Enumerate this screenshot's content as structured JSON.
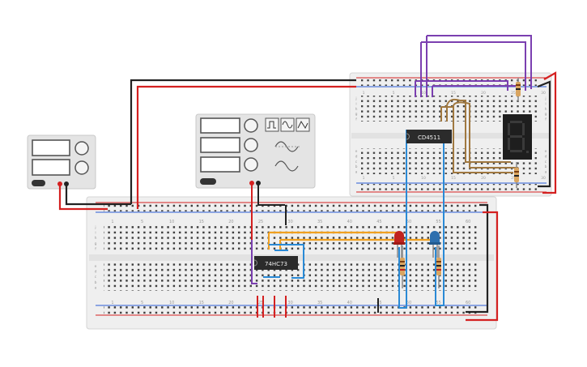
{
  "board_top": {
    "row_letters": [
      "j",
      "i",
      "h",
      "g",
      "f",
      "e",
      "d",
      "c",
      "b",
      "a"
    ],
    "col_numbers": [
      "1",
      "5",
      "10",
      "15",
      "20",
      "25",
      "30",
      "35",
      "40",
      "45",
      "50",
      "55",
      "60"
    ]
  },
  "board_small": {
    "row_letters": [
      "j",
      "i",
      "h",
      "g",
      "f",
      "e",
      "d",
      "c",
      "b",
      "a"
    ],
    "col_numbers": [
      "1",
      "5",
      "10",
      "15",
      "20",
      "25",
      "30"
    ]
  },
  "chips": {
    "left": {
      "label": "74HC73"
    },
    "right": {
      "label": "CD4511"
    }
  },
  "function_generator": {
    "waveforms": [
      "square-wave-icon",
      "sine-wave-icon",
      "triangle-wave-icon"
    ]
  },
  "colors": {
    "wire_red": "#d42020",
    "wire_black": "#222222",
    "wire_purple": "#7b3fb0",
    "wire_blue": "#2a8ad6",
    "wire_orange": "#f0a020",
    "wire_brown": "#a07840",
    "led_red": "#c0231d",
    "led_blue": "#2d6fae",
    "board": "#eeeeee",
    "instrument": "#e4e4e4"
  }
}
